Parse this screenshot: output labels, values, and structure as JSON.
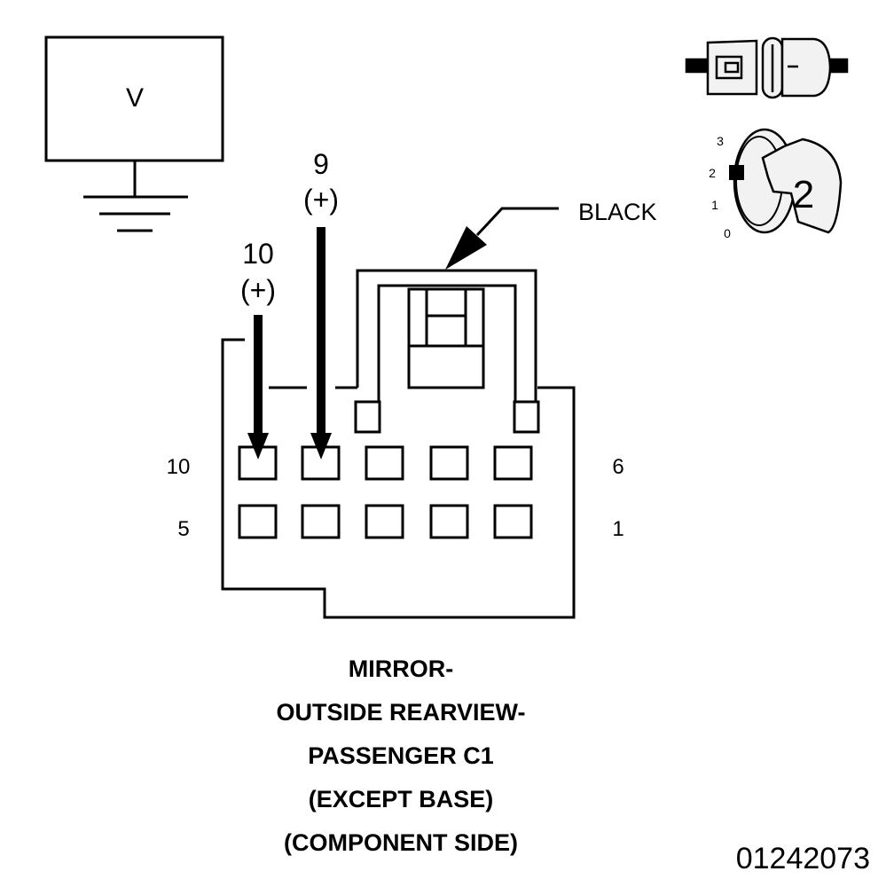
{
  "meter": {
    "label": "V"
  },
  "probes": [
    {
      "pin": "10",
      "polarity": "(+)"
    },
    {
      "pin": "9",
      "polarity": "(+)"
    }
  ],
  "connector": {
    "color_label": "BLACK",
    "row_top_left": "10",
    "row_top_right": "6",
    "row_bottom_left": "5",
    "row_bottom_right": "1"
  },
  "key_icon": {
    "positions": [
      "3",
      "2",
      "1",
      "0"
    ],
    "selected": "2"
  },
  "caption": {
    "lines": [
      "MIRROR-",
      "OUTSIDE REARVIEW-",
      "PASSENGER C1",
      "(EXCEPT BASE)",
      "(COMPONENT SIDE)"
    ]
  },
  "figure_id": "01242073",
  "colors": {
    "ink": "#000000",
    "background": "#ffffff",
    "fill_grey": "#f2f2f2"
  }
}
